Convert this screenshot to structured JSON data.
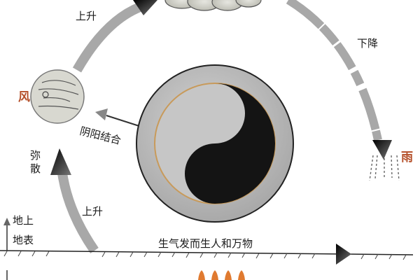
{
  "diagram": {
    "labels": {
      "rise_top": "上升",
      "descend": "下降",
      "wind": "风",
      "rain": "雨",
      "yin_yang_combine": "阴阳结合",
      "disperse": "弥散",
      "rise_bottom": "上升",
      "above_ground": "地上",
      "ground_surface": "地表",
      "vital_qi": "生气发而生人和万物"
    },
    "colors": {
      "arc_gray": "#a8a8a8",
      "accent_red": "#b5502a",
      "disc_gray": "#b9b9b9",
      "yin_black": "#141414",
      "ring_gold": "#c89a5a",
      "flame_orange": "#e07a30"
    },
    "icons": [
      "cloud-icon",
      "wind-ball-icon",
      "rain-icon",
      "yin-yang-icon",
      "flame-icon"
    ]
  }
}
